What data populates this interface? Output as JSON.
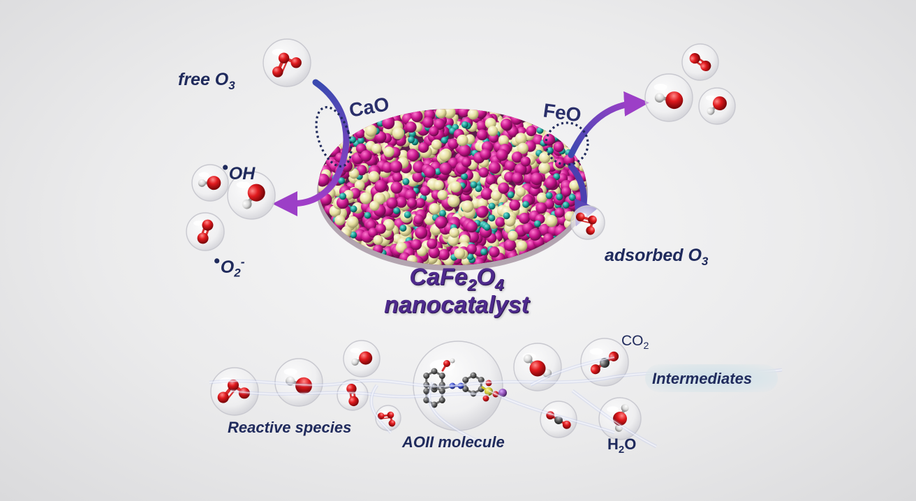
{
  "labels": {
    "free_o3": "free O",
    "free_o3_sub": "3",
    "adsorbed_o3": "adsorbed O",
    "adsorbed_o3_sub": "3",
    "oh_dot": "•",
    "oh": "OH",
    "o2_dot": "•",
    "o2": "O",
    "o2_sub": "2",
    "o2_sup": "-",
    "cao": "CaO",
    "feo": "FeO",
    "catalyst_a": "CaFe",
    "catalyst_sub1": "2",
    "catalyst_b": "O",
    "catalyst_sub2": "4",
    "catalyst_line2": "nanocatalyst",
    "co2": "CO",
    "co2_sub": "2",
    "intermediates": "Intermediates",
    "reactive_species": "Reactive species",
    "aoii": "AOII molecule",
    "h2o_a": "H",
    "h2o_sub": "2",
    "h2o_b": "O"
  },
  "colors": {
    "background": "#ebebec",
    "label_text": "#1f2a5c",
    "title_text": "#4e2a8c",
    "arrow": "#6b3fb0",
    "ca_atom": "#c8168c",
    "fe_atom": "#e6dfa0",
    "o_atom": "#1a9a92",
    "oxygen_red": "#d01418",
    "hydrogen_white": "#e8e8e8",
    "carbon_gray": "#5a5a5a",
    "nitrogen_blue": "#2a3bb8",
    "sulfur_yellow": "#c8c020",
    "sodium_purple": "#8a4ab0"
  },
  "icons": [
    "ozone-molecule",
    "hydroxyl-radical",
    "superoxide",
    "oxygen-molecule",
    "water-molecule",
    "carbon-dioxide",
    "aoii-dye-molecule",
    "nanocatalyst-particle",
    "lightning-discharge"
  ]
}
